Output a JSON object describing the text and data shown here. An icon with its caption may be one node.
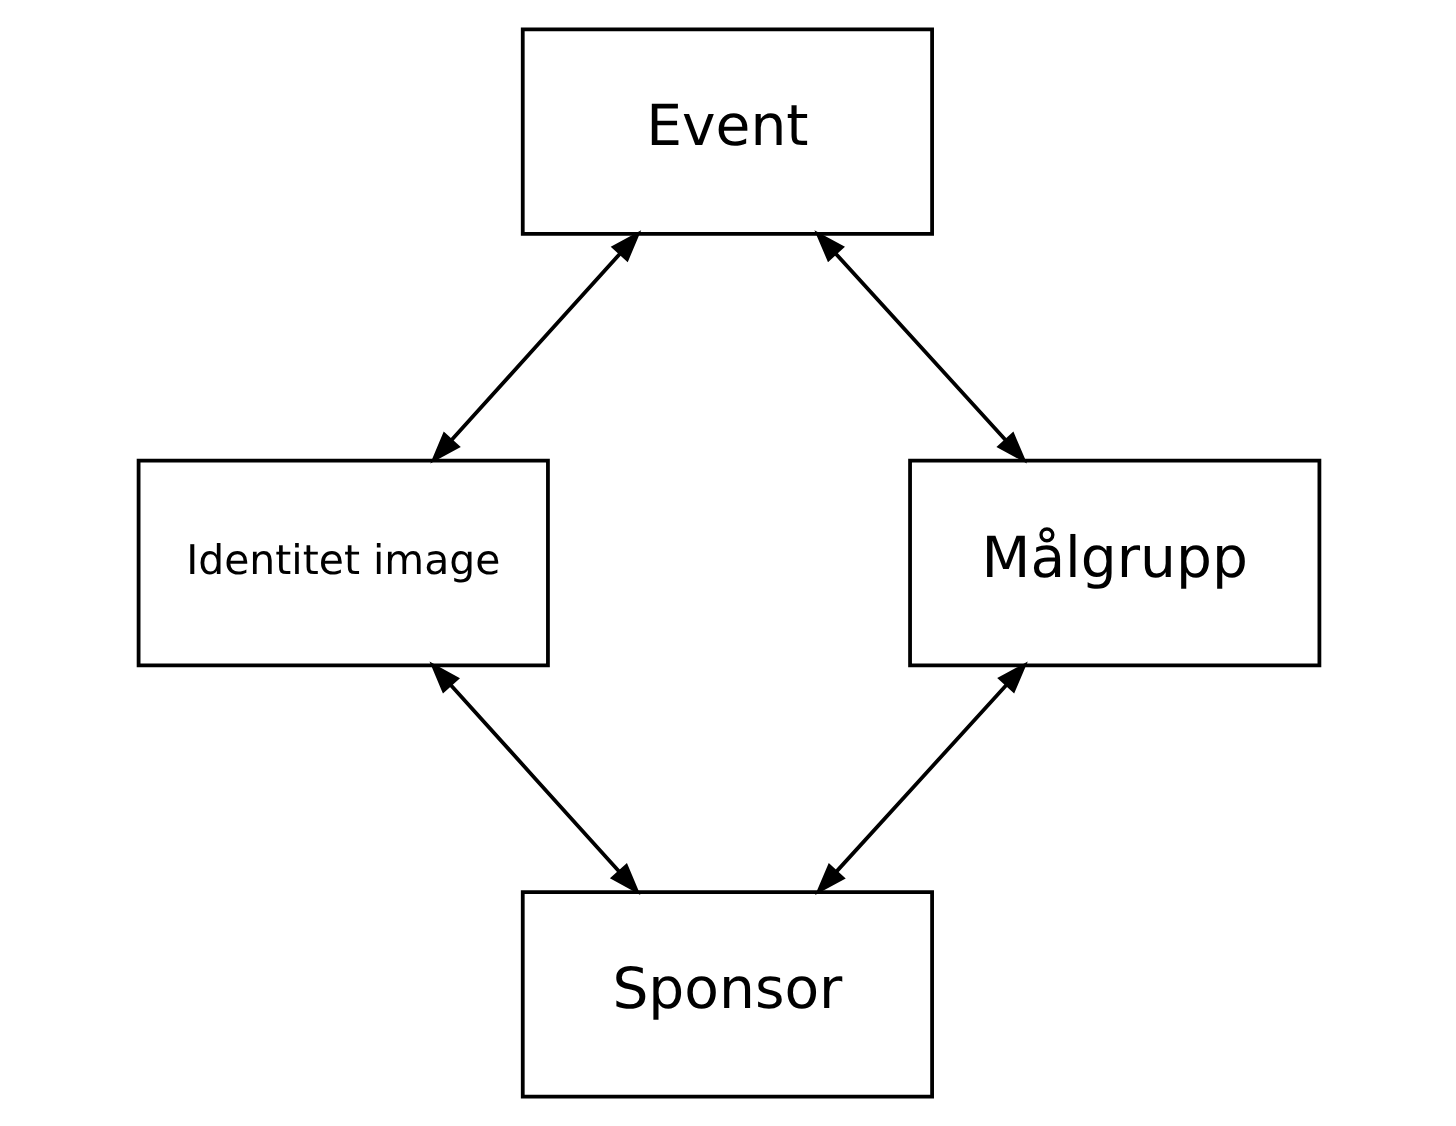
{
  "diagram": {
    "nodes": [
      {
        "text": [
          "Event"
        ]
      },
      {
        "text": [
          "Identitet image"
        ]
      },
      {
        "text": [
          "Målgrupp"
        ]
      },
      {
        "text": [
          "Sponsor"
        ]
      }
    ],
    "edges": [
      {
        "from": 0,
        "to": 1,
        "arrow": "both"
      },
      {
        "from": 0,
        "to": 2,
        "arrow": "both"
      },
      {
        "from": 1,
        "to": 3,
        "arrow": "both"
      },
      {
        "from": 2,
        "to": 3,
        "arrow": "both"
      }
    ]
  }
}
